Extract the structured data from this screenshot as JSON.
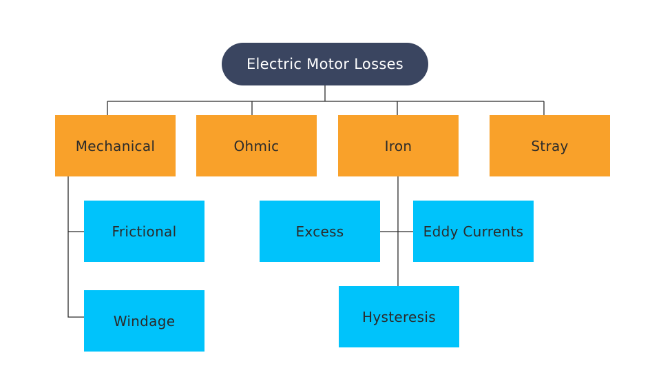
{
  "colors": {
    "root_fill": "#3a4560",
    "category_fill": "#f9a12a",
    "subcategory_fill": "#00c3fb",
    "line": "#2b2b2b"
  },
  "root": {
    "label": "Electric Motor Losses"
  },
  "categories": [
    {
      "id": "mechanical",
      "label": "Mechanical",
      "children": [
        {
          "id": "frictional",
          "label": "Frictional"
        },
        {
          "id": "windage",
          "label": "Windage"
        }
      ]
    },
    {
      "id": "ohmic",
      "label": "Ohmic",
      "children": []
    },
    {
      "id": "iron",
      "label": "Iron",
      "children": [
        {
          "id": "excess",
          "label": "Excess"
        },
        {
          "id": "eddy",
          "label": "Eddy Currents"
        },
        {
          "id": "hysteresis",
          "label": "Hysteresis"
        }
      ]
    },
    {
      "id": "stray",
      "label": "Stray",
      "children": []
    }
  ]
}
